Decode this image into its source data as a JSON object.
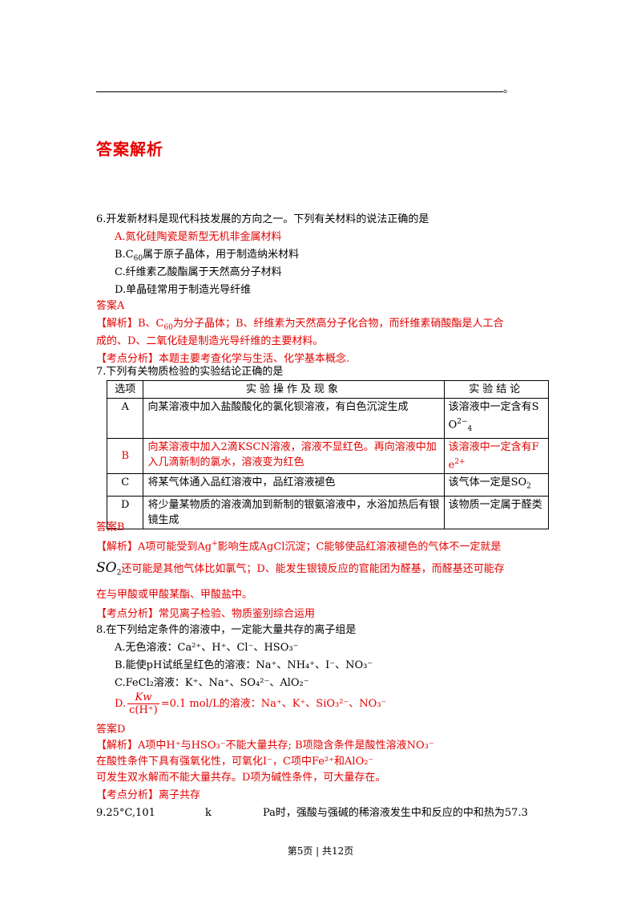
{
  "top_period": "。",
  "heading": "答案解析",
  "q6": {
    "stem": "6.开发新材料是现代科技发展的方向之一。下列有关材料的说法正确的是",
    "optA": "A.氮化硅陶瓷是新型无机非金属材料",
    "optB_pre": "B.C",
    "optB_sub": "60",
    "optB_post": "属于原子晶体，用于制造纳米材料",
    "optC": "C.纤维素乙酸酯属于天然高分子材料",
    "optD": "D.单晶硅常用于制造光导纤维",
    "answer": "答案A",
    "analysis1_pre": "【解析】B、C",
    "analysis1_sub": "60",
    "analysis1_post": "为分子晶体；B、纤维素为天然高分子化合物，而纤维素硝酸酯是人工合",
    "analysis2": "成的、D、二氧化硅是制造光导纤维的主要材料。",
    "points": "【考点分析】本题主要考查化学与生活、化学基本概念."
  },
  "q7": {
    "stem": "7.下列有关物质检验的实验结论正确的是",
    "headers": [
      "选项",
      "实验操作及现象",
      "实验结论"
    ],
    "rows": [
      {
        "opt": "A",
        "op": "向某溶液中加入盐酸酸化的氯化钡溶液，有白色沉淀生成",
        "concl": "该溶液中一定含有SO",
        "concl_sup": "2−",
        "concl_sub": "4"
      },
      {
        "opt": "B",
        "op": "向某溶液中加入2滴KSCN溶液，溶液不显红色。再向溶液中加入几滴新制的氯水，溶液变为红色",
        "concl": "该溶液中一定含有Fe",
        "concl_sup": "2+"
      },
      {
        "opt": "C",
        "op": "将某气体通入品红溶液中，品红溶液褪色",
        "concl": "该气体一定是SO",
        "concl_sub": "2"
      },
      {
        "opt": "D",
        "op": "将少量某物质的溶液滴加到新制的银氨溶液中，水浴加热后有银镜生成",
        "concl": "该物质一定属于醛类"
      }
    ],
    "answer": "答案B",
    "analysis1_a": "【解析】A项可能受到Ag",
    "analysis1_sup": "+",
    "analysis1_b": "影响生成AgCl沉淀；C能够使品红溶液褪色的气体不一定就是",
    "analysis2_so": "SO",
    "analysis2_sub": "2",
    "analysis2_post": "还可能是其他气体比如氯气；D、能发生银镜反应的官能团为醛基，而醛基还可能存",
    "analysis3": "在与甲酸或甲酸某酯、甲酸盐中。",
    "points": "【考点分析】常见离子检验、物质鉴别综合运用"
  },
  "q8": {
    "stem": "8.在下列给定条件的溶液中，一定能大量共存的离子组是",
    "optA": "A.无色溶液：Ca²⁺、H⁺、Cl⁻、HSO₃⁻",
    "optB": "B.能使pH试纸呈红色的溶液：Na⁺、NH₄⁺、I⁻、NO₃⁻",
    "optC": "C.FeCl₂溶液：K⁺、Na⁺、SO₄²⁻、AlO₂⁻",
    "optD_pre": "D.",
    "optD_num": "Kw",
    "optD_den": "c(H⁺)",
    "optD_post": "=0.1 mol/L的溶液：Na⁺、K⁺、SiO₃²⁻、NO₃⁻",
    "answer": "答案D",
    "analysis1": "【解析】A项中H⁺与HSO₃⁻不能大量共存; B项隐含条件是酸性溶液NO₃⁻",
    "analysis2": "在酸性条件下具有强氧化性，可氧化I⁻，C项中Fe²⁺和AlO₂⁻",
    "analysis3": "可发生双水解而不能大量共存。D项为碱性条件，可大量存在。",
    "points": "【考点分析】离子共存"
  },
  "q9": {
    "part1": "9.25°C,101",
    "part2": "k",
    "part3": "Pa时，强酸与强碱的稀溶液发生中和反应的中和热为57.3"
  },
  "footer": "第5页 | 共12页"
}
